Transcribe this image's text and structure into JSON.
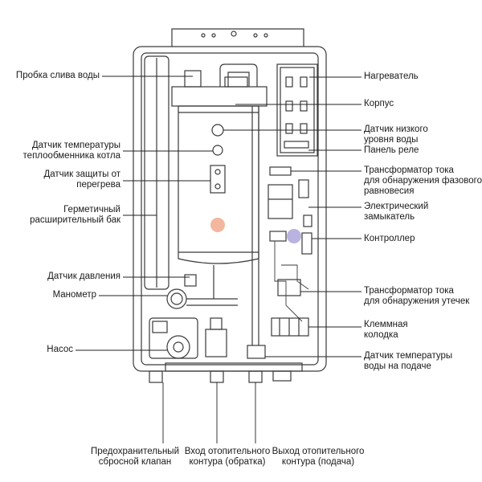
{
  "left_labels": [
    {
      "id": "drain-plug",
      "lines": [
        "Пробка слива воды"
      ]
    },
    {
      "id": "hx-temp-sensor",
      "lines": [
        "Датчик температуры",
        "теплообменника котла"
      ]
    },
    {
      "id": "overheat-sensor",
      "lines": [
        "Датчик защиты от",
        "перегрева"
      ]
    },
    {
      "id": "expansion-tank",
      "lines": [
        "Герметичный",
        "расширительный бак"
      ]
    },
    {
      "id": "pressure-sensor",
      "lines": [
        "Датчик давления"
      ]
    },
    {
      "id": "manometer",
      "lines": [
        "Манометр"
      ]
    },
    {
      "id": "pump",
      "lines": [
        "Насос"
      ]
    }
  ],
  "right_labels": [
    {
      "id": "heater",
      "lines": [
        "Нагреватель"
      ]
    },
    {
      "id": "housing",
      "lines": [
        "Корпус"
      ]
    },
    {
      "id": "low-water-sensor",
      "lines": [
        "Датчик низкого",
        "уровня воды"
      ]
    },
    {
      "id": "relay-panel",
      "lines": [
        "Панель реле"
      ]
    },
    {
      "id": "phase-ct",
      "lines": [
        "Трансформатор тока",
        "для обнаружения фазового",
        "равновесия"
      ]
    },
    {
      "id": "contactor",
      "lines": [
        "Электрический",
        "замыкатель"
      ]
    },
    {
      "id": "controller",
      "lines": [
        "Контроллер"
      ]
    },
    {
      "id": "leak-ct",
      "lines": [
        "Трансформатор тока",
        "для обнаружения утечек"
      ]
    },
    {
      "id": "terminal-block",
      "lines": [
        "Клеммная",
        "колодка"
      ]
    },
    {
      "id": "supply-temp-sensor",
      "lines": [
        "Датчик температуры",
        "воды на подаче"
      ]
    }
  ],
  "bottom_labels": [
    {
      "id": "safety-valve",
      "lines": [
        "Предохранительный",
        "сбросной клапан"
      ]
    },
    {
      "id": "heating-return",
      "lines": [
        "Вход отопительного",
        "контура (обратка)"
      ]
    },
    {
      "id": "heating-supply",
      "lines": [
        "Выход отопительного",
        "контура (подача)"
      ]
    }
  ],
  "colors": {
    "line": "#222222",
    "drawing": "#3a3a3a",
    "dot_heater": "#f2b79e",
    "dot_controller": "#b9b3e0"
  }
}
